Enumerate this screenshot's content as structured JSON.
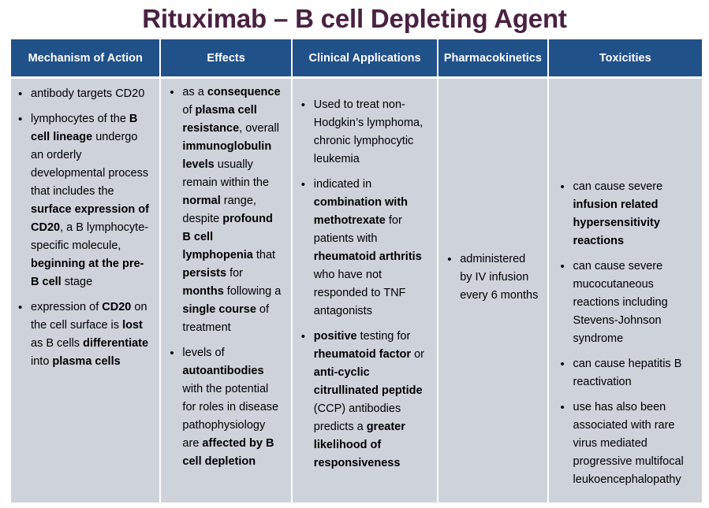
{
  "slide": {
    "title": "Rituximab – B cell Depleting Agent",
    "title_color": "#4a2142",
    "header_bg": "#205189",
    "header_text_color": "#ffffff",
    "body_bg": "#ced2da",
    "body_text_color": "#000000",
    "gridline_color": "#ffffff"
  },
  "table": {
    "headers": [
      "Mechanism of Action",
      "Effects",
      "Clinical Applications",
      "Pharmacokinetics",
      "Toxicities"
    ],
    "columns": [
      {
        "header": "Mechanism of Action",
        "bullets_html": [
          "antibody targets CD20",
          "lymphocytes of the <b>B cell lineage</b> undergo an orderly developmental process that includes the <b>surface expression of CD20</b>, a B lymphocyte-specific molecule, <b>beginning at the pre-B cell</b> stage",
          "expression of <b>CD20</b> on the cell surface is <b>lost</b> as B cells <b>differentiate</b> into <b>plasma cells</b>"
        ],
        "bullets_text": [
          "antibody targets CD20",
          "lymphocytes of the B cell lineage undergo an orderly developmental process that includes the surface expression of CD20, a B lymphocyte-specific molecule, beginning at the pre-B cell stage",
          "expression of CD20 on the cell surface is lost as B cells differentiate into plasma cells"
        ]
      },
      {
        "header": "Effects",
        "bullets_html": [
          "as a <b>consequence</b> of <b>plasma cell resistance</b>, overall <b>immunoglobulin levels</b> usually remain within the <b>normal</b> range, despite <b>profound B cell lymphopenia</b> that <b>persists</b> for <b>months</b> following a <b>single course</b> of treatment",
          "levels of <b>autoantibodies</b> with the potential for roles in disease pathophysiology are <b>affected by B cell depletion</b>"
        ],
        "bullets_text": [
          "as a consequence of plasma cell resistance, overall immunoglobulin levels usually remain within the normal range, despite profound B cell lymphopenia that persists for months following a single course of treatment",
          "levels of autoantibodies with the potential for roles in disease pathophysiology are affected by B cell depletion"
        ]
      },
      {
        "header": "Clinical Applications",
        "bullets_html": [
          "Used to treat non-Hodgkin’s lymphoma, chronic lymphocytic leukemia",
          "indicated in <b>combination with methotrexate</b> for patients with <b>rheumatoid arthritis</b> who have not responded to TNF antagonists",
          "<b>positive</b> testing for <b>rheumatoid factor</b> or <b>anti-cyclic citrullinated peptide</b> (CCP) antibodies predicts a <b>greater likelihood of responsiveness</b>"
        ],
        "bullets_text": [
          "Used to treat non-Hodgkin’s lymphoma, chronic lymphocytic leukemia",
          "indicated in combination with methotrexate for patients with rheumatoid arthritis who have not responded to TNF antagonists",
          "positive testing for rheumatoid factor or anti-cyclic citrullinated peptide (CCP) antibodies predicts a greater likelihood of responsiveness"
        ]
      },
      {
        "header": "Pharmacokinetics",
        "bullets_html": [
          "administered by IV infusion every 6 months"
        ],
        "bullets_text": [
          "administered by IV infusion every 6 months"
        ]
      },
      {
        "header": "Toxicities",
        "bullets_html": [
          "can cause severe <b>infusion related hypersensitivity reactions</b>",
          "can cause severe mucocutaneous reactions including Stevens-Johnson syndrome",
          "can cause hepatitis B reactivation",
          "use has also been associated with rare virus mediated progressive multifocal leukoencephalopathy"
        ],
        "bullets_text": [
          "can cause severe infusion related hypersensitivity reactions",
          "can cause severe mucocutaneous reactions including Stevens-Johnson syndrome",
          "can cause hepatitis B reactivation",
          "use has also been associated with rare virus mediated progressive multifocal leukoencephalopathy"
        ]
      }
    ]
  }
}
